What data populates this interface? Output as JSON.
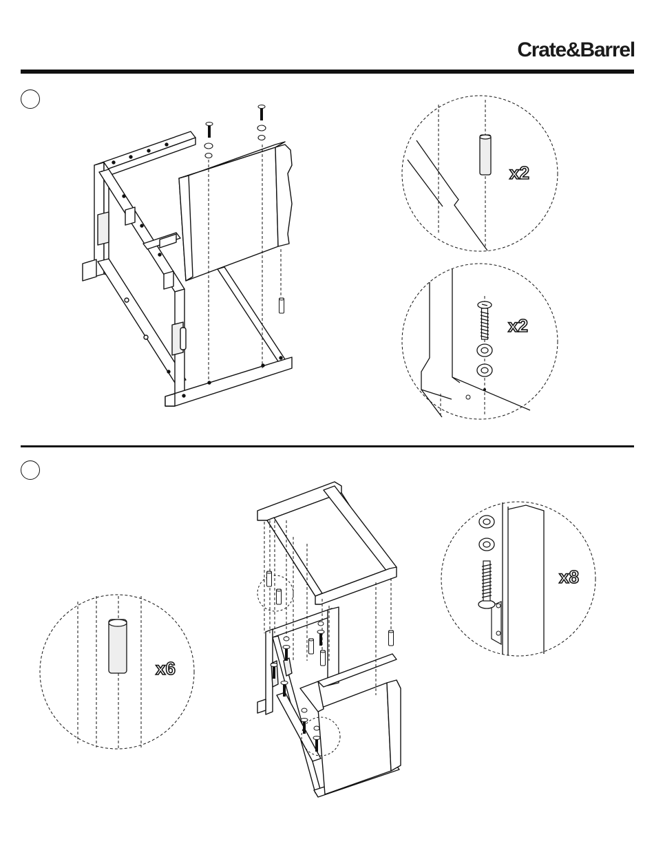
{
  "header": {
    "brand": "Crate&Barrel"
  },
  "steps": [
    {
      "callouts": [
        {
          "qty": "x2",
          "part": "dowel"
        },
        {
          "qty": "x2",
          "part": "screw-with-washers"
        }
      ]
    },
    {
      "callouts": [
        {
          "qty": "x6",
          "part": "dowel"
        },
        {
          "qty": "x8",
          "part": "screw-with-washers"
        }
      ]
    }
  ],
  "colors": {
    "ink": "#111111",
    "paper": "#ffffff",
    "part_fill": "#eeeeee"
  }
}
